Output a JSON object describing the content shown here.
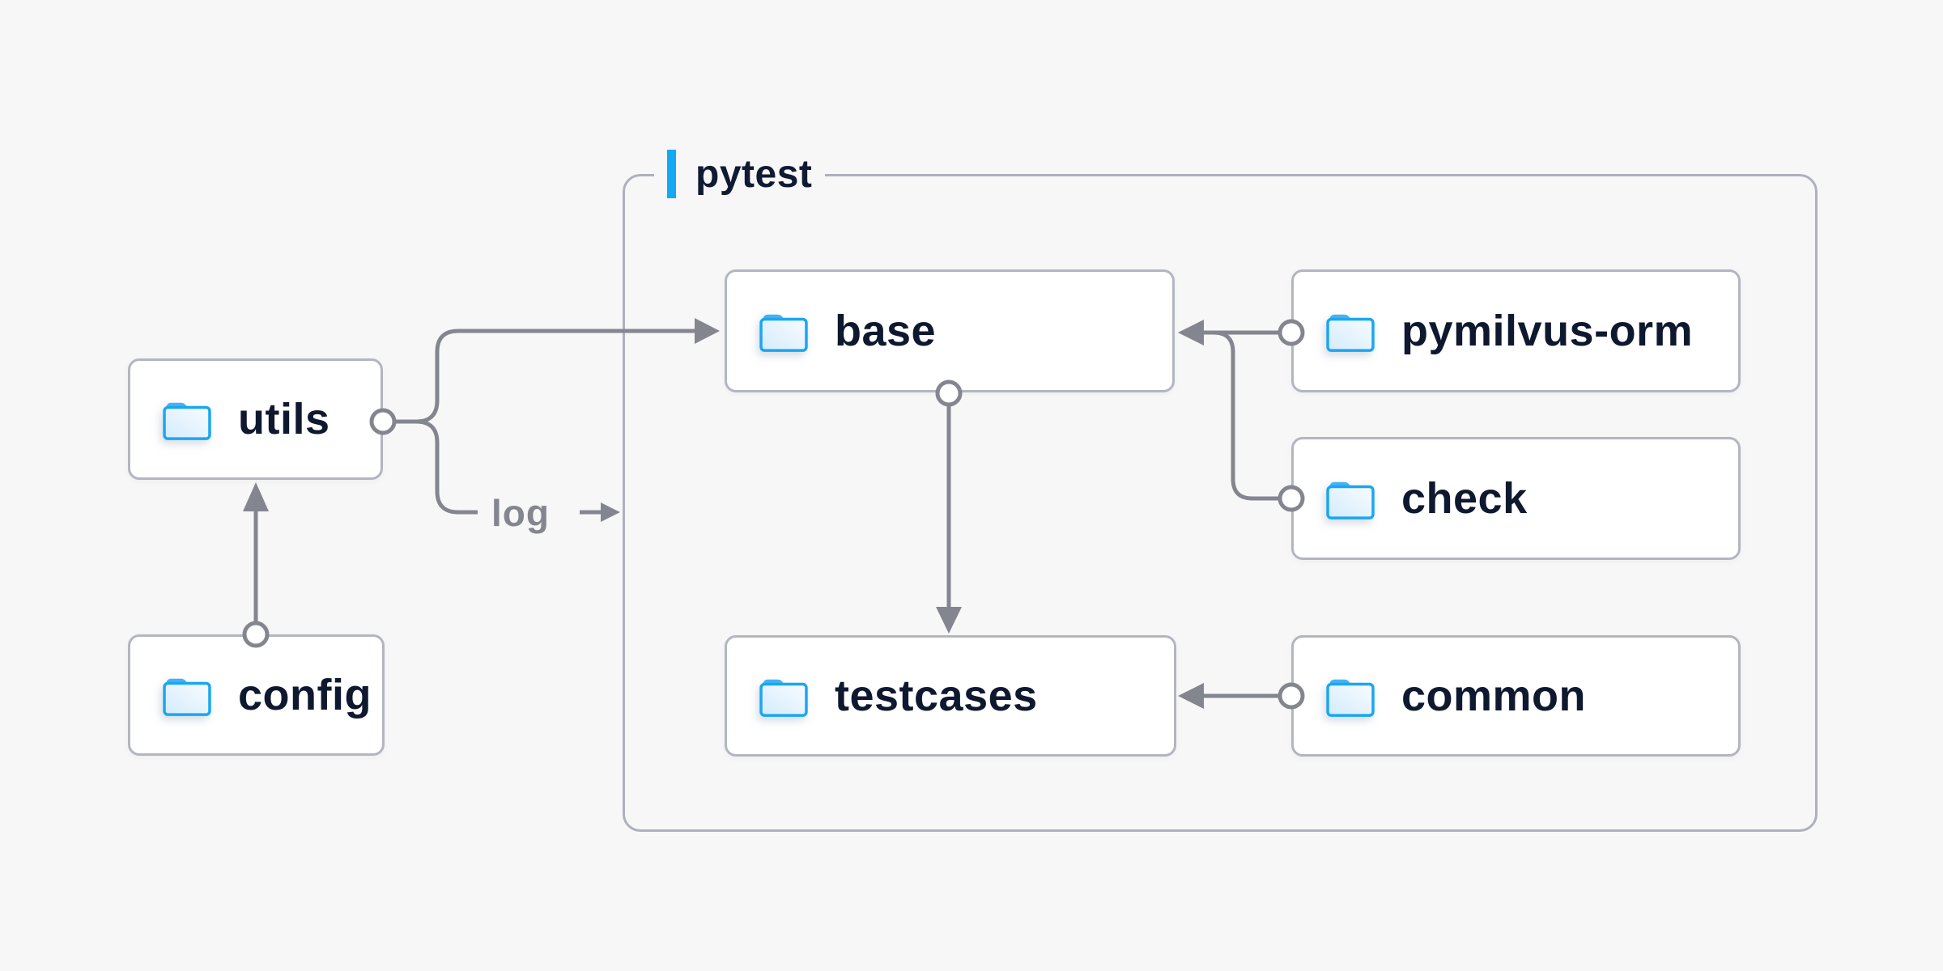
{
  "diagram": {
    "group": {
      "label": "pytest"
    },
    "nodes": {
      "utils": {
        "label": "utils",
        "icon": "folder-icon"
      },
      "config": {
        "label": "config",
        "icon": "folder-icon"
      },
      "base": {
        "label": "base",
        "icon": "folder-icon"
      },
      "testcases": {
        "label": "testcases",
        "icon": "folder-icon"
      },
      "pymilvus_orm": {
        "label": "pymilvus-orm",
        "icon": "folder-icon"
      },
      "check": {
        "label": "check",
        "icon": "folder-icon"
      },
      "common": {
        "label": "common",
        "icon": "folder-icon"
      }
    },
    "edge_label": "log",
    "edges": [
      {
        "from": "config",
        "to": "utils"
      },
      {
        "from": "utils",
        "to": "base"
      },
      {
        "from": "utils",
        "to": "log"
      },
      {
        "from": "base",
        "to": "testcases"
      },
      {
        "from": "pymilvus-orm",
        "to": "base"
      },
      {
        "from": "check",
        "to": "base"
      },
      {
        "from": "common",
        "to": "testcases"
      }
    ],
    "colors": {
      "background": "#f7f7f8",
      "accent_blue": "#14a9f4",
      "folder_blue": "#1aa6f2",
      "line_gray": "#84868f",
      "text_navy": "#0e1930",
      "box_border": "#b3b6c0",
      "group_border": "#aeb1bb"
    }
  }
}
